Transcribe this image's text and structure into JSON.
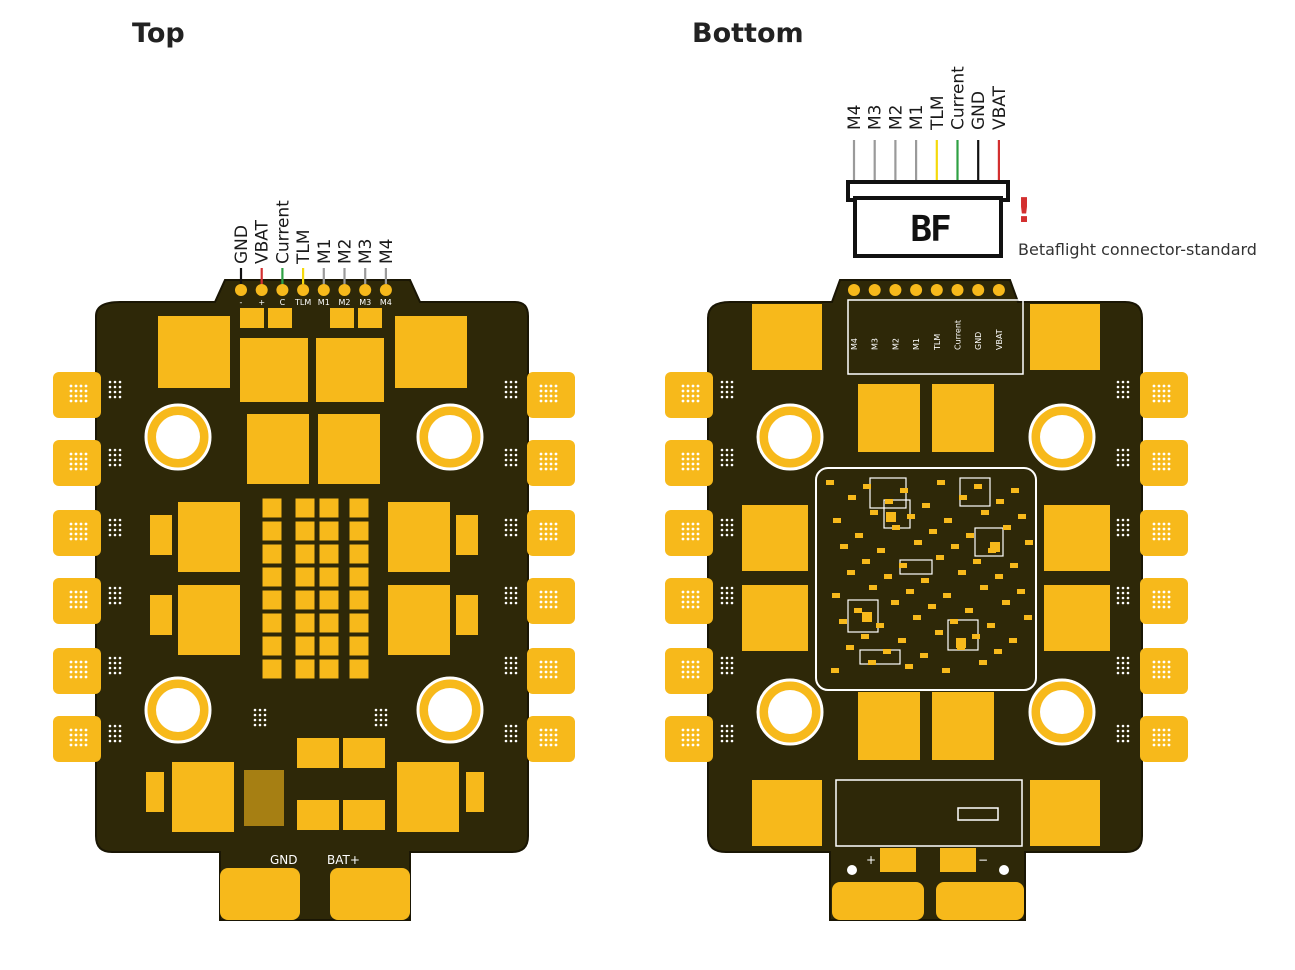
{
  "headings": {
    "top": "Top",
    "bottom": "Bottom"
  },
  "top_connector": {
    "wires": [
      {
        "label": "GND",
        "color": "#111111"
      },
      {
        "label": "VBAT",
        "color": "#d32f2f"
      },
      {
        "label": "Current",
        "color": "#2ea043"
      },
      {
        "label": "TLM",
        "color": "#f5d90a"
      },
      {
        "label": "M1",
        "color": "#9a9a9a"
      },
      {
        "label": "M2",
        "color": "#9a9a9a"
      },
      {
        "label": "M3",
        "color": "#9a9a9a"
      },
      {
        "label": "M4",
        "color": "#9a9a9a"
      }
    ],
    "pad_labels": [
      "-",
      "+",
      "C",
      "TLM",
      "M1",
      "M2",
      "M3",
      "M4"
    ]
  },
  "top_board": {
    "gnd_label": "GND",
    "bat_label": "BAT+"
  },
  "bottom_connector": {
    "wires": [
      {
        "label": "M4",
        "color": "#9a9a9a"
      },
      {
        "label": "M3",
        "color": "#9a9a9a"
      },
      {
        "label": "M2",
        "color": "#9a9a9a"
      },
      {
        "label": "M1",
        "color": "#9a9a9a"
      },
      {
        "label": "TLM",
        "color": "#f5d90a"
      },
      {
        "label": "Current",
        "color": "#2ea043"
      },
      {
        "label": "GND",
        "color": "#111111"
      },
      {
        "label": "VBAT",
        "color": "#d32f2f"
      }
    ],
    "pad_labels": [
      "M4",
      "M3",
      "M2",
      "M1",
      "TLM",
      "Current",
      "GND",
      "VBAT"
    ],
    "logo_text": "BF",
    "warning_mark": "!",
    "caption": "Betaflight connector-standard"
  },
  "bottom_board": {
    "plus_label": "+",
    "minus_label": "−"
  },
  "colors": {
    "pcb": "#2e2808",
    "copper": "#f7b91b",
    "edge": "#1a1604",
    "silk": "#ffffff"
  }
}
